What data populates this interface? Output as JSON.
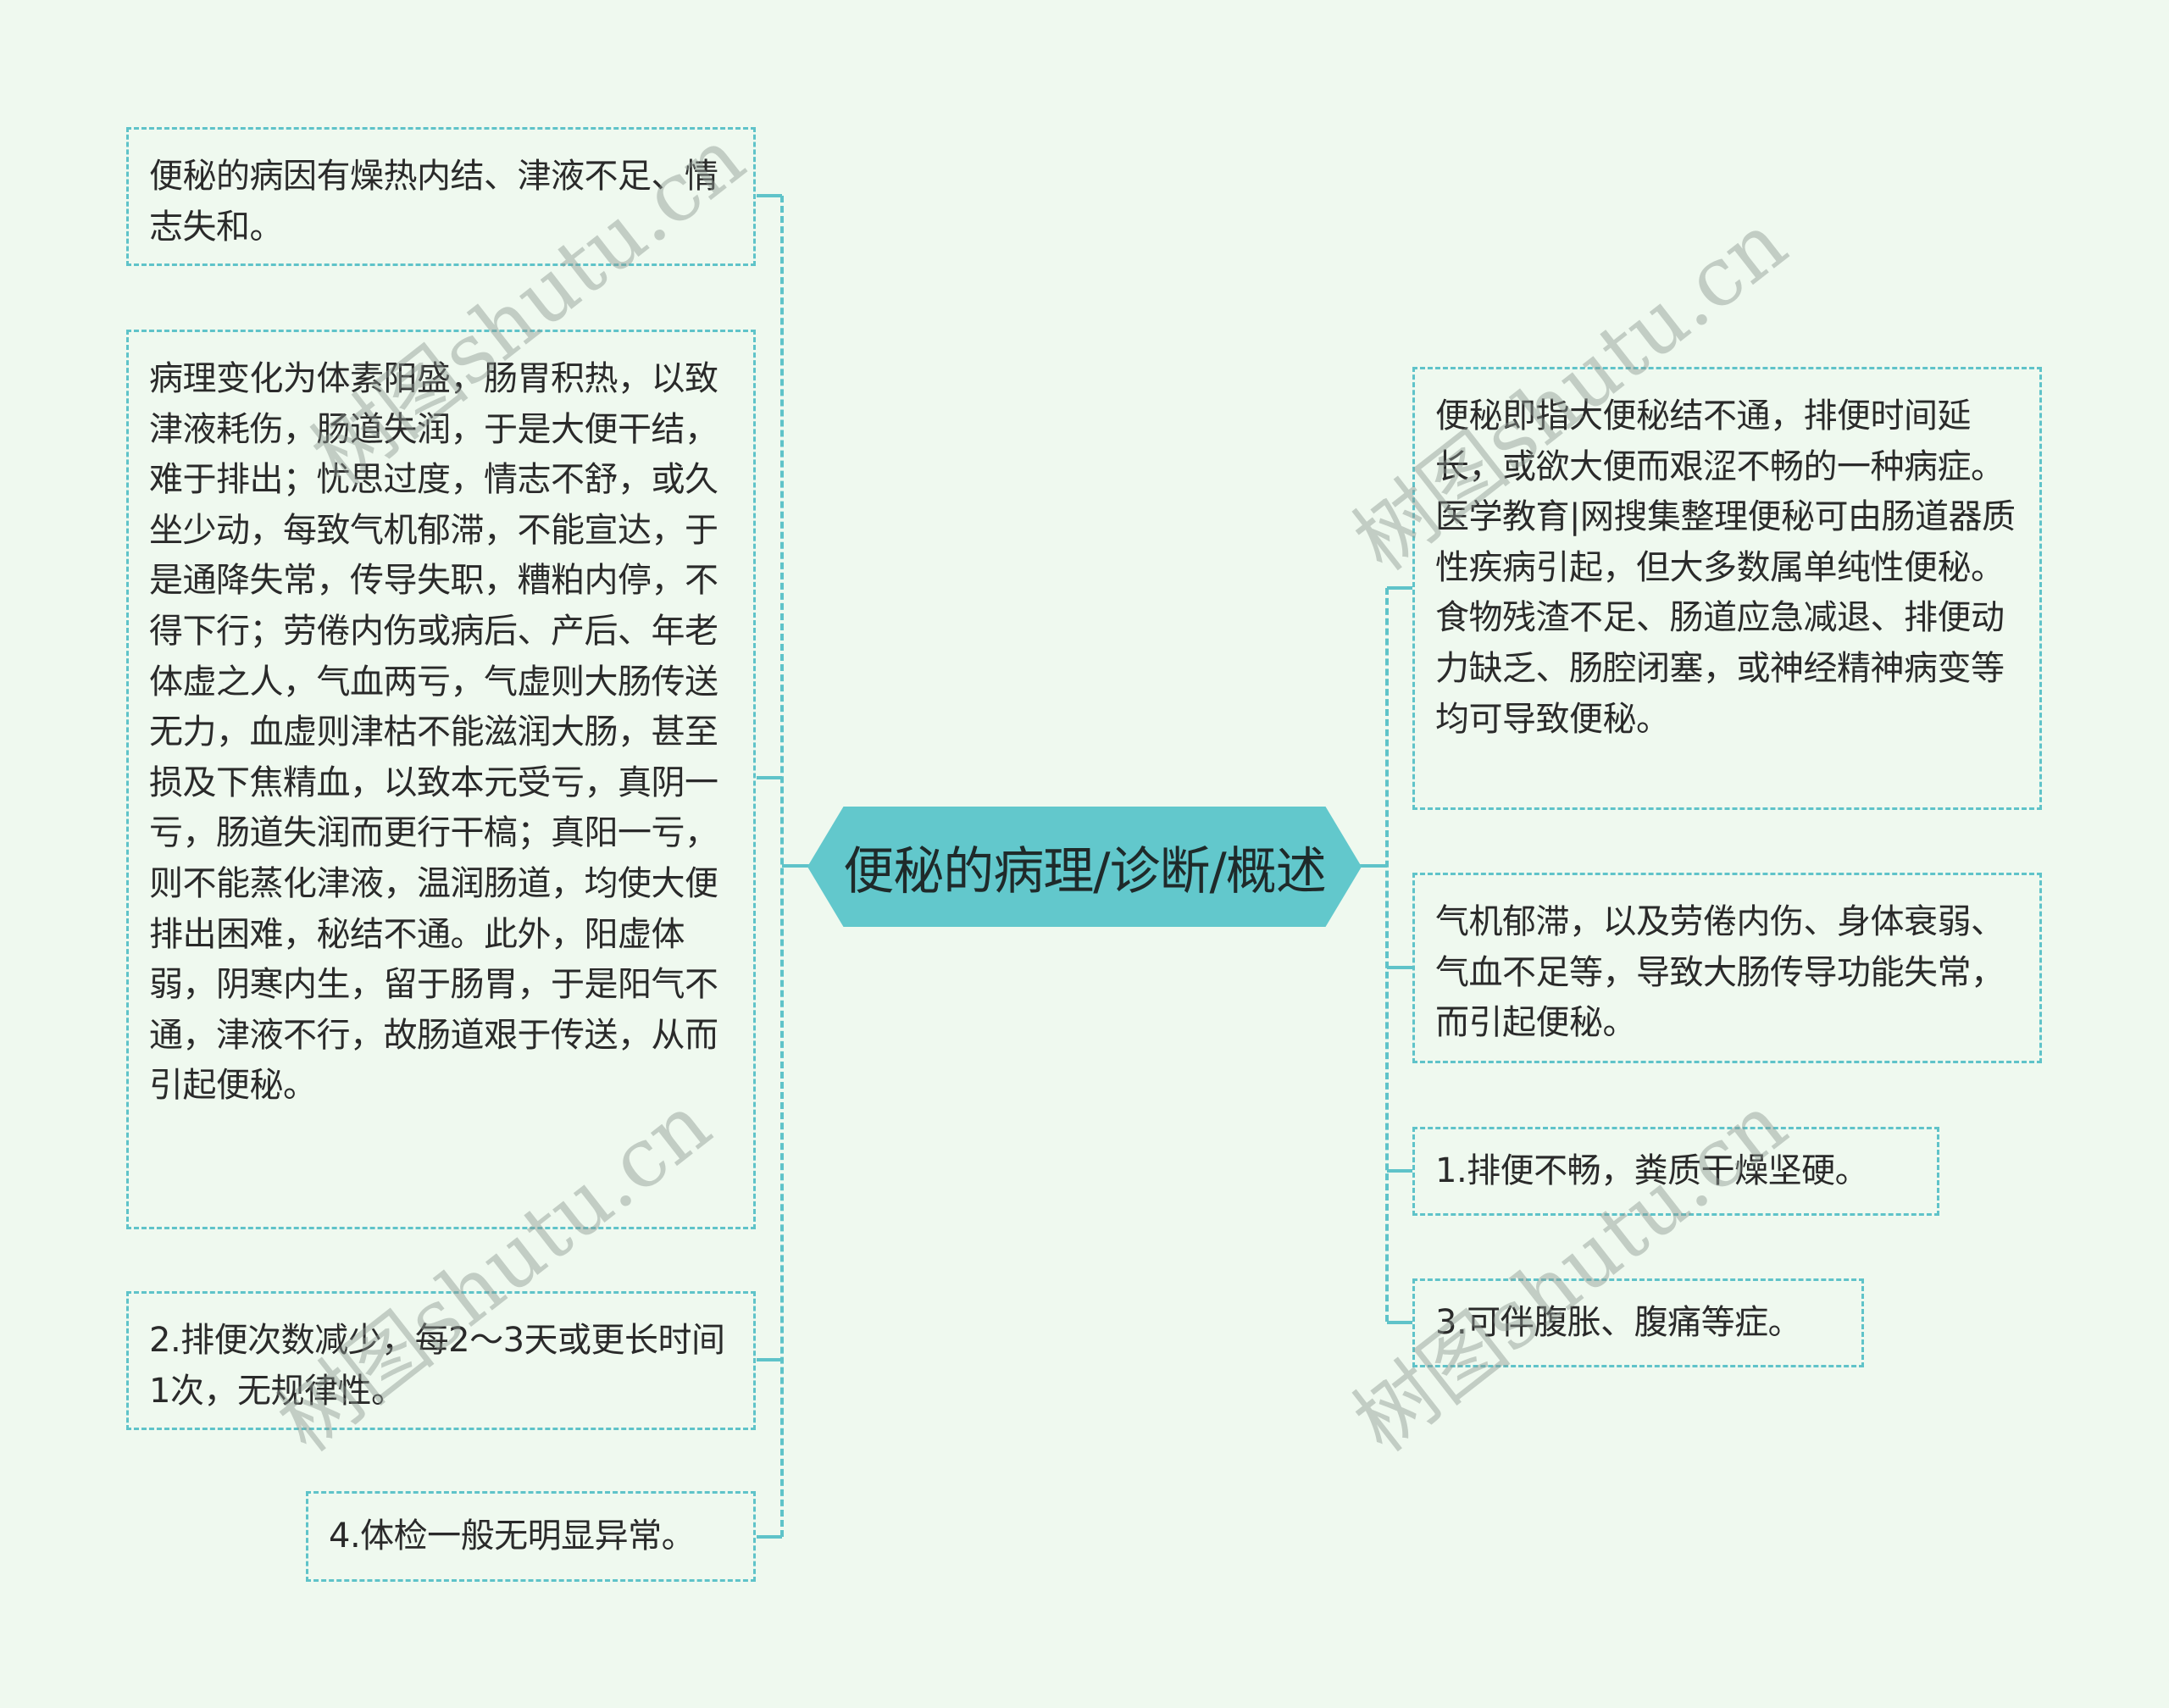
{
  "central_topic": {
    "label": "便秘的病理/诊断/概述"
  },
  "left_branches": [
    {
      "text": "便秘的病因有燥热内结、津液不足、情志失和。"
    },
    {
      "text": "病理变化为体素阳盛，肠胃积热，以致津液耗伤，肠道失润，于是大便干结，难于排出；忧思过度，情志不舒，或久坐少动，每致气机郁滞，不能宣达，于是通降失常，传导失职，糟粕内停，不得下行；劳倦内伤或病后、产后、年老体虚之人，气血两亏，气虚则大肠传送无力，血虚则津枯不能滋润大肠，甚至损及下焦精血，以致本元受亏，真阴一亏，肠道失润而更行干槁；真阳一亏，则不能蒸化津液，温润肠道，均使大便排出困难，秘结不通。此外，阳虚体弱，阴寒内生，留于肠胃，于是阳气不通，津液不行，故肠道艰于传送，从而引起便秘。"
    },
    {
      "text": "2.排便次数减少，每2～3天或更长时间1次，无规律性。"
    },
    {
      "text": "4.体检一般无明显异常。"
    }
  ],
  "right_branches": [
    {
      "text": "便秘即指大便秘结不通，排便时间延长，或欲大便而艰涩不畅的一种病症。医学教育|网搜集整理便秘可由肠道器质性疾病引起，但大多数属单纯性便秘。食物残渣不足、肠道应急减退、排便动力缺乏、肠腔闭塞，或神经精神病变等均可导致便秘。"
    },
    {
      "text": "气机郁滞，以及劳倦内伤、身体衰弱、气血不足等，导致大肠传导功能失常，而引起便秘。"
    },
    {
      "text": "1.排便不畅，粪质干燥坚硬。"
    },
    {
      "text": "3.可伴腹胀、腹痛等症。"
    }
  ],
  "watermark": {
    "text": "树图shutu.cn"
  },
  "colors": {
    "background": "#eff9ef",
    "connector": "#5fc3c9",
    "central_fill": "#62c8cc",
    "text": "#2a2a2a"
  }
}
